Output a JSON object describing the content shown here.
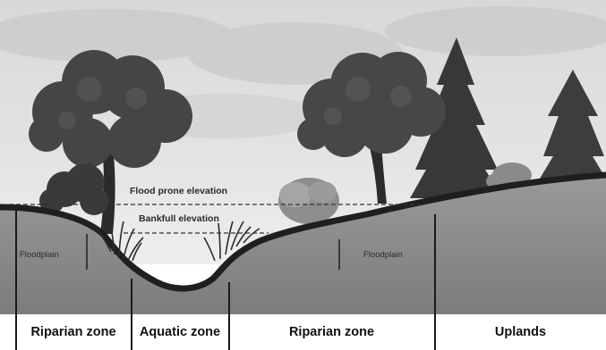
{
  "diagram": {
    "elevations": {
      "flood_prone": "Flood prone elevation",
      "bankfull": "Bankfull elevation"
    },
    "floodplain_labels": [
      "Floodplain",
      "Floodplain"
    ],
    "zones": [
      "Riparian zone",
      "Aquatic zone",
      "Riparian zone",
      "Uplands"
    ]
  },
  "colors": {
    "sky": "#e3e3e3",
    "ground": "#8a8a8a",
    "ground_top": "#2b2b2b",
    "foliage": "#4a4a4a",
    "water": "#ffffff"
  }
}
